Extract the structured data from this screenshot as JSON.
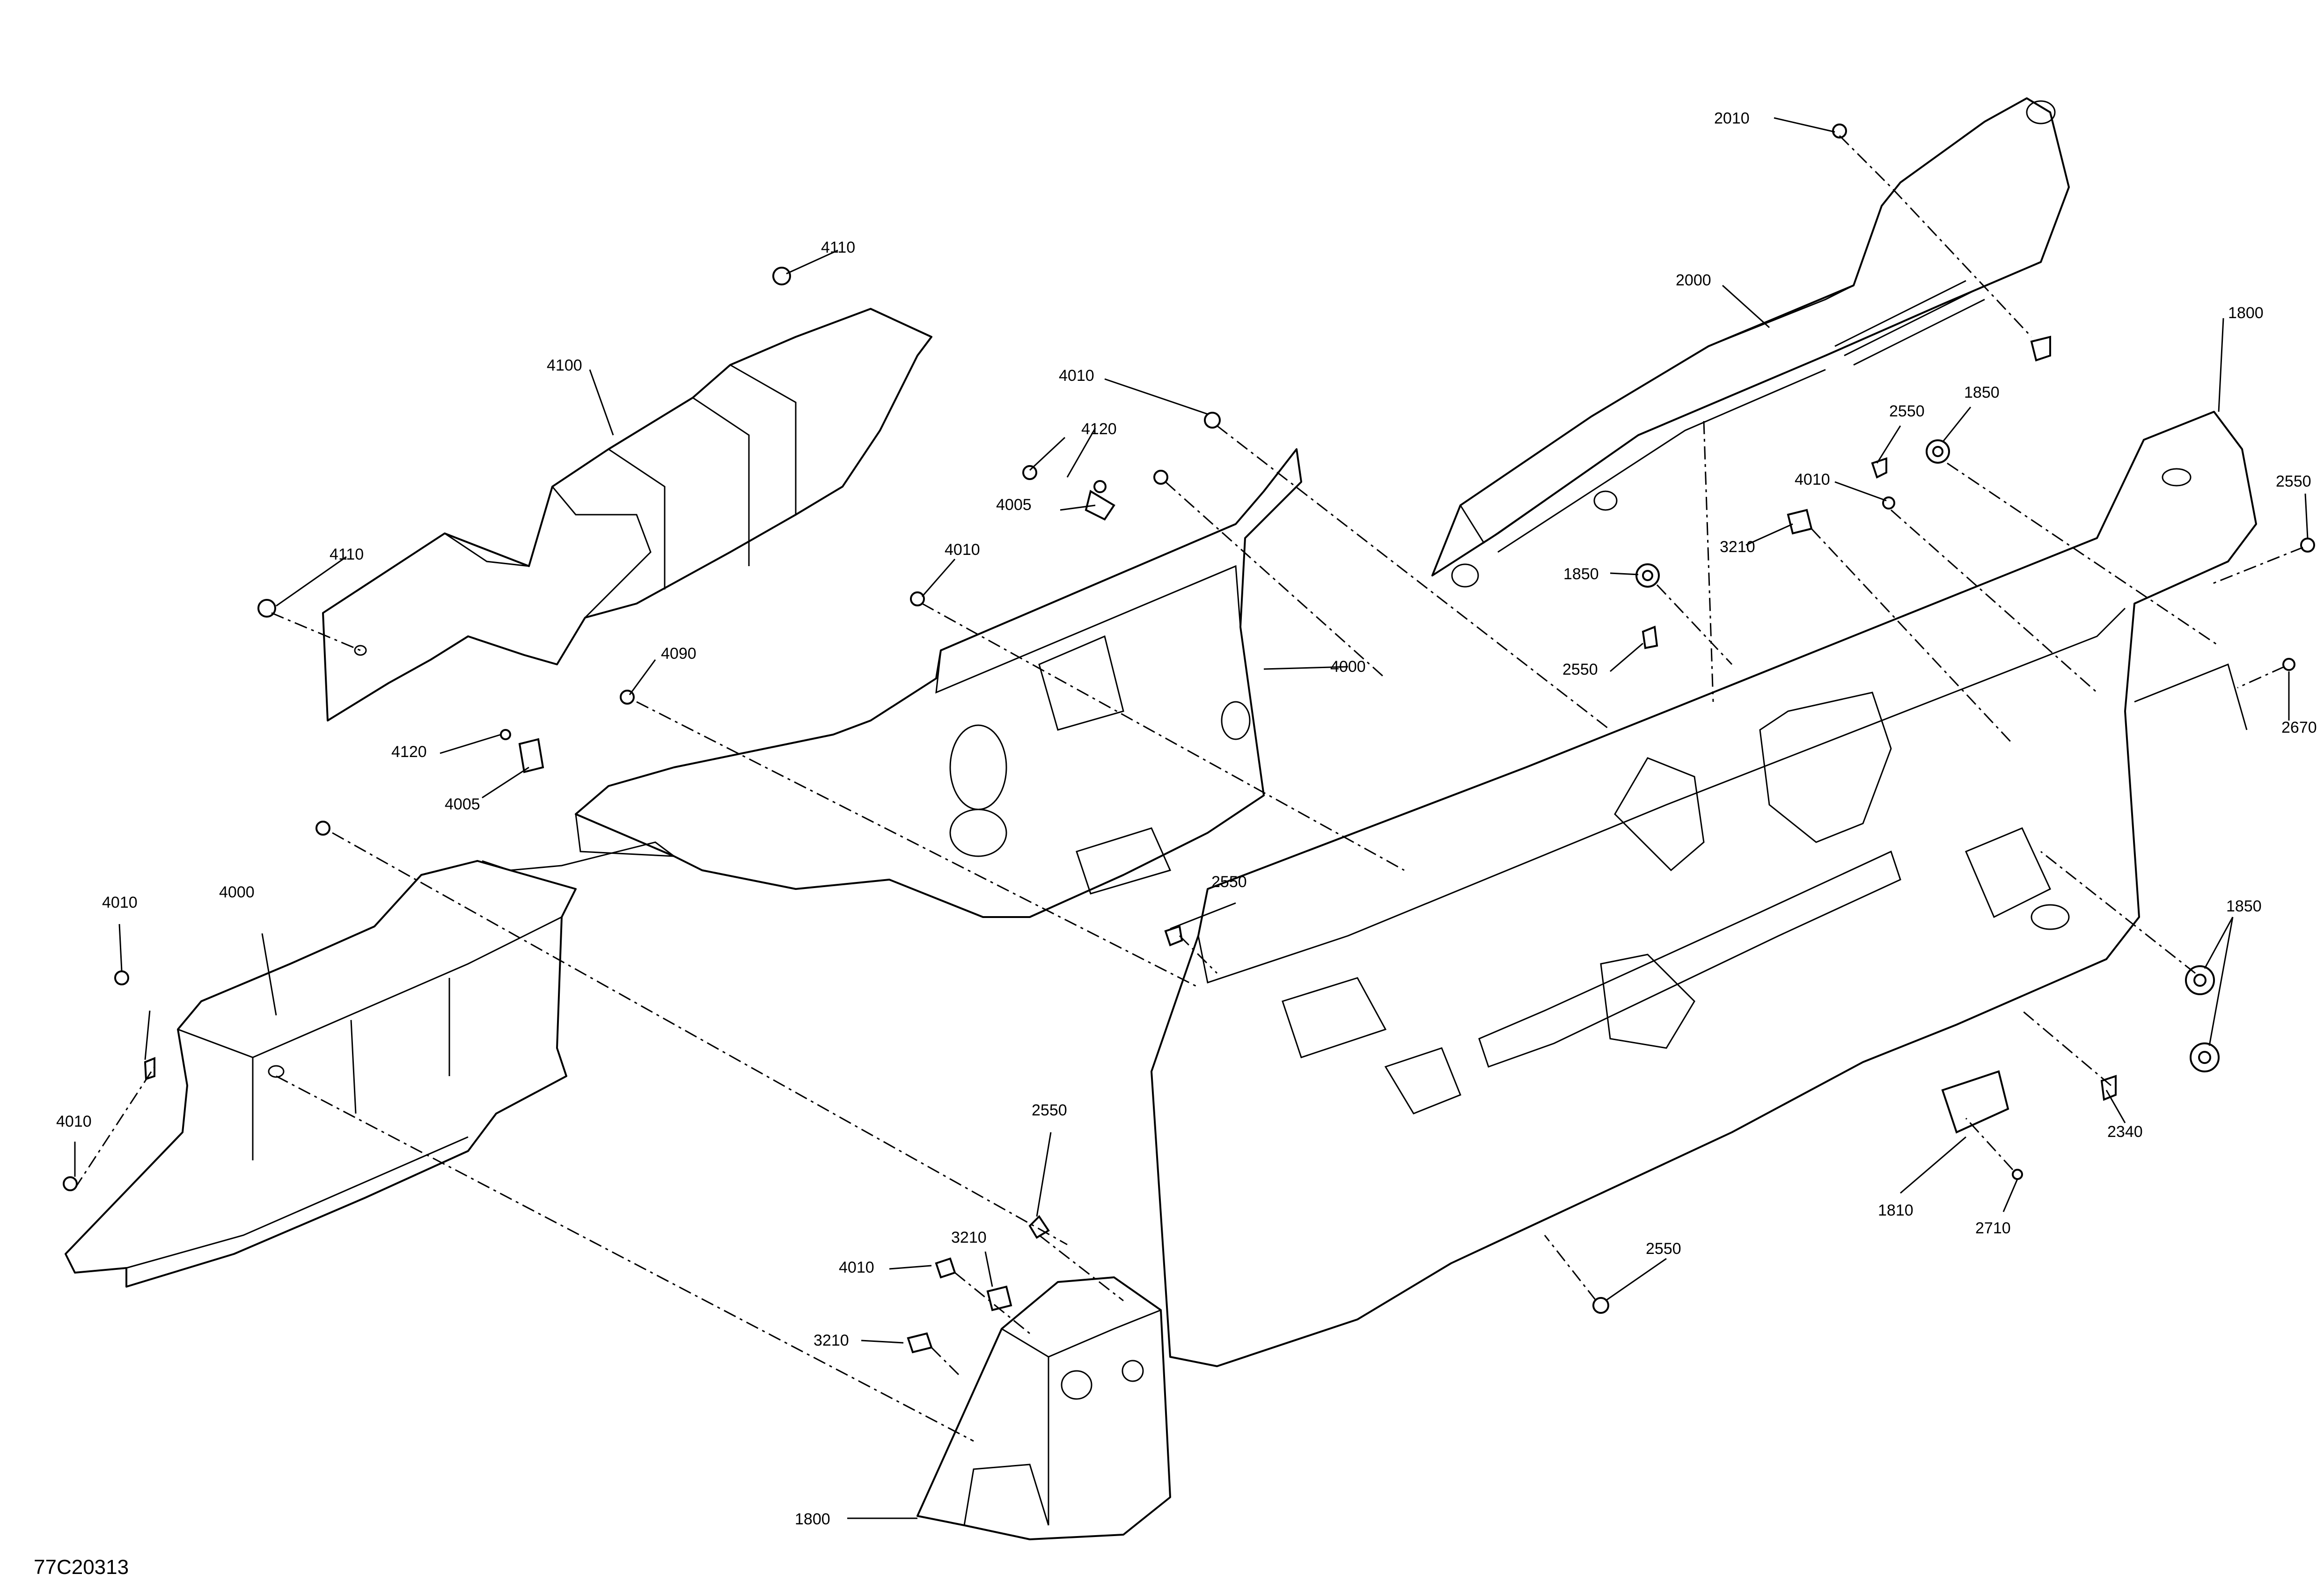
{
  "drawing_id": "77C20313",
  "callouts": [
    "2010",
    "2000",
    "1800",
    "1850",
    "2550",
    "4010",
    "3210",
    "1850",
    "2550",
    "2550",
    "2670",
    "1850",
    "2340",
    "1810",
    "2710",
    "2550",
    "4110",
    "4100",
    "4110",
    "4010",
    "4120",
    "4005",
    "4010",
    "4000",
    "4090",
    "4120",
    "4005",
    "4010",
    "4000",
    "4010",
    "2550",
    "2550",
    "4010",
    "3210",
    "3210",
    "1800"
  ]
}
